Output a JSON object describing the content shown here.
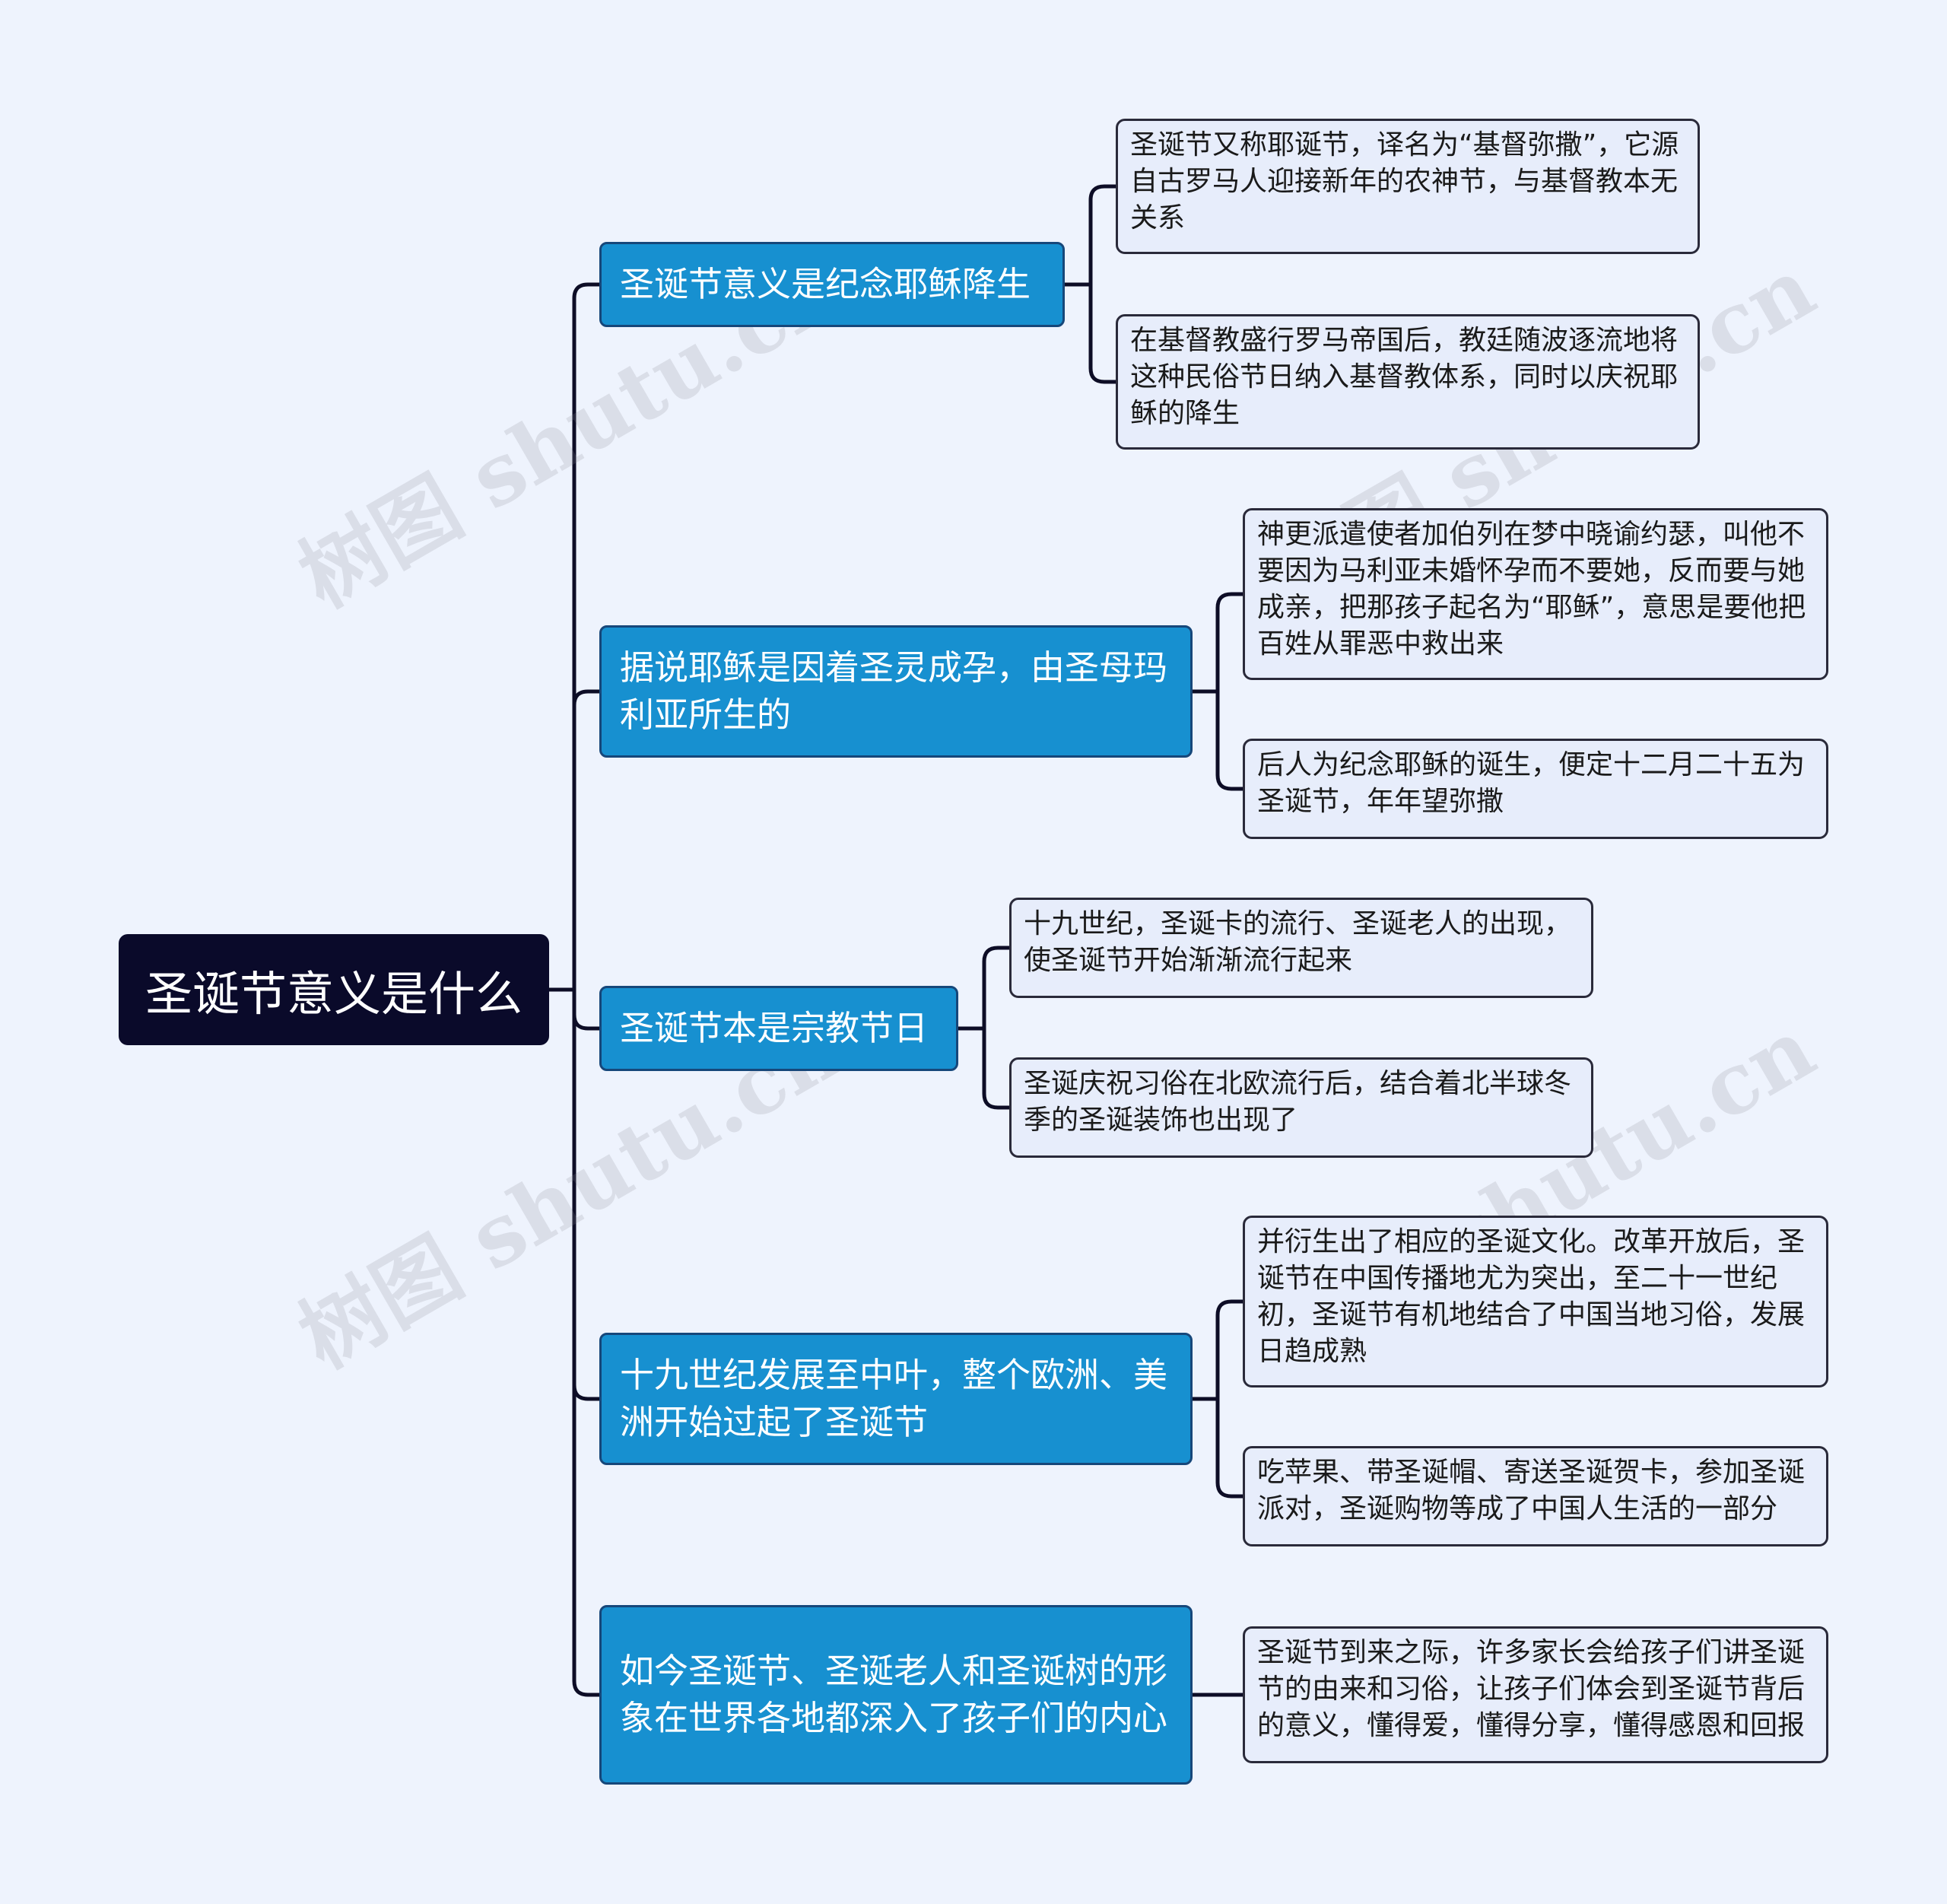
{
  "root": {
    "label": "圣诞节意义是什么"
  },
  "branches": [
    {
      "label": "圣诞节意义是纪念耶稣降生",
      "leaves": [
        "圣诞节又称耶诞节，译名为“基督弥撒”，它源自古罗马人迎接新年的农神节，与基督教本无关系",
        "在基督教盛行罗马帝国后，教廷随波逐流地将这种民俗节日纳入基督教体系，同时以庆祝耶稣的降生"
      ]
    },
    {
      "label": "据说耶稣是因着圣灵成孕，由圣母玛利亚所生的",
      "leaves": [
        "神更派遣使者加伯列在梦中晓谕约瑟，叫他不要因为马利亚未婚怀孕而不要她，反而要与她成亲，把那孩子起名为“耶稣”，意思是要他把百姓从罪恶中救出来",
        "后人为纪念耶稣的诞生，便定十二月二十五为圣诞节，年年望弥撒"
      ]
    },
    {
      "label": "圣诞节本是宗教节日",
      "leaves": [
        "十九世纪，圣诞卡的流行、圣诞老人的出现，使圣诞节开始渐渐流行起来",
        "圣诞庆祝习俗在北欧流行后，结合着北半球冬季的圣诞装饰也出现了"
      ]
    },
    {
      "label": "十九世纪发展至中叶，整个欧洲、美洲开始过起了圣诞节",
      "leaves": [
        "并衍生出了相应的圣诞文化。改革开放后，圣诞节在中国传播地尤为突出，至二十一世纪初，圣诞节有机地结合了中国当地习俗，发展日趋成熟",
        "吃苹果、带圣诞帽、寄送圣诞贺卡，参加圣诞派对，圣诞购物等成了中国人生活的一部分"
      ]
    },
    {
      "label": "如今圣诞节、圣诞老人和圣诞树的形象在世界各地都深入了孩子们的内心",
      "leaves": [
        "圣诞节到来之际，许多家长会给孩子们讲圣诞节的由来和习俗，让孩子们体会到圣诞节背后的意义，懂得爱，懂得分享，懂得感恩和回报"
      ]
    }
  ],
  "watermark": "树图 shutu.cn",
  "colors": {
    "background": "#eef3fd",
    "root": "#0a0a2a",
    "branch": "#1790d0",
    "leaf": "#e7edfb",
    "line": "#0d0d26"
  }
}
